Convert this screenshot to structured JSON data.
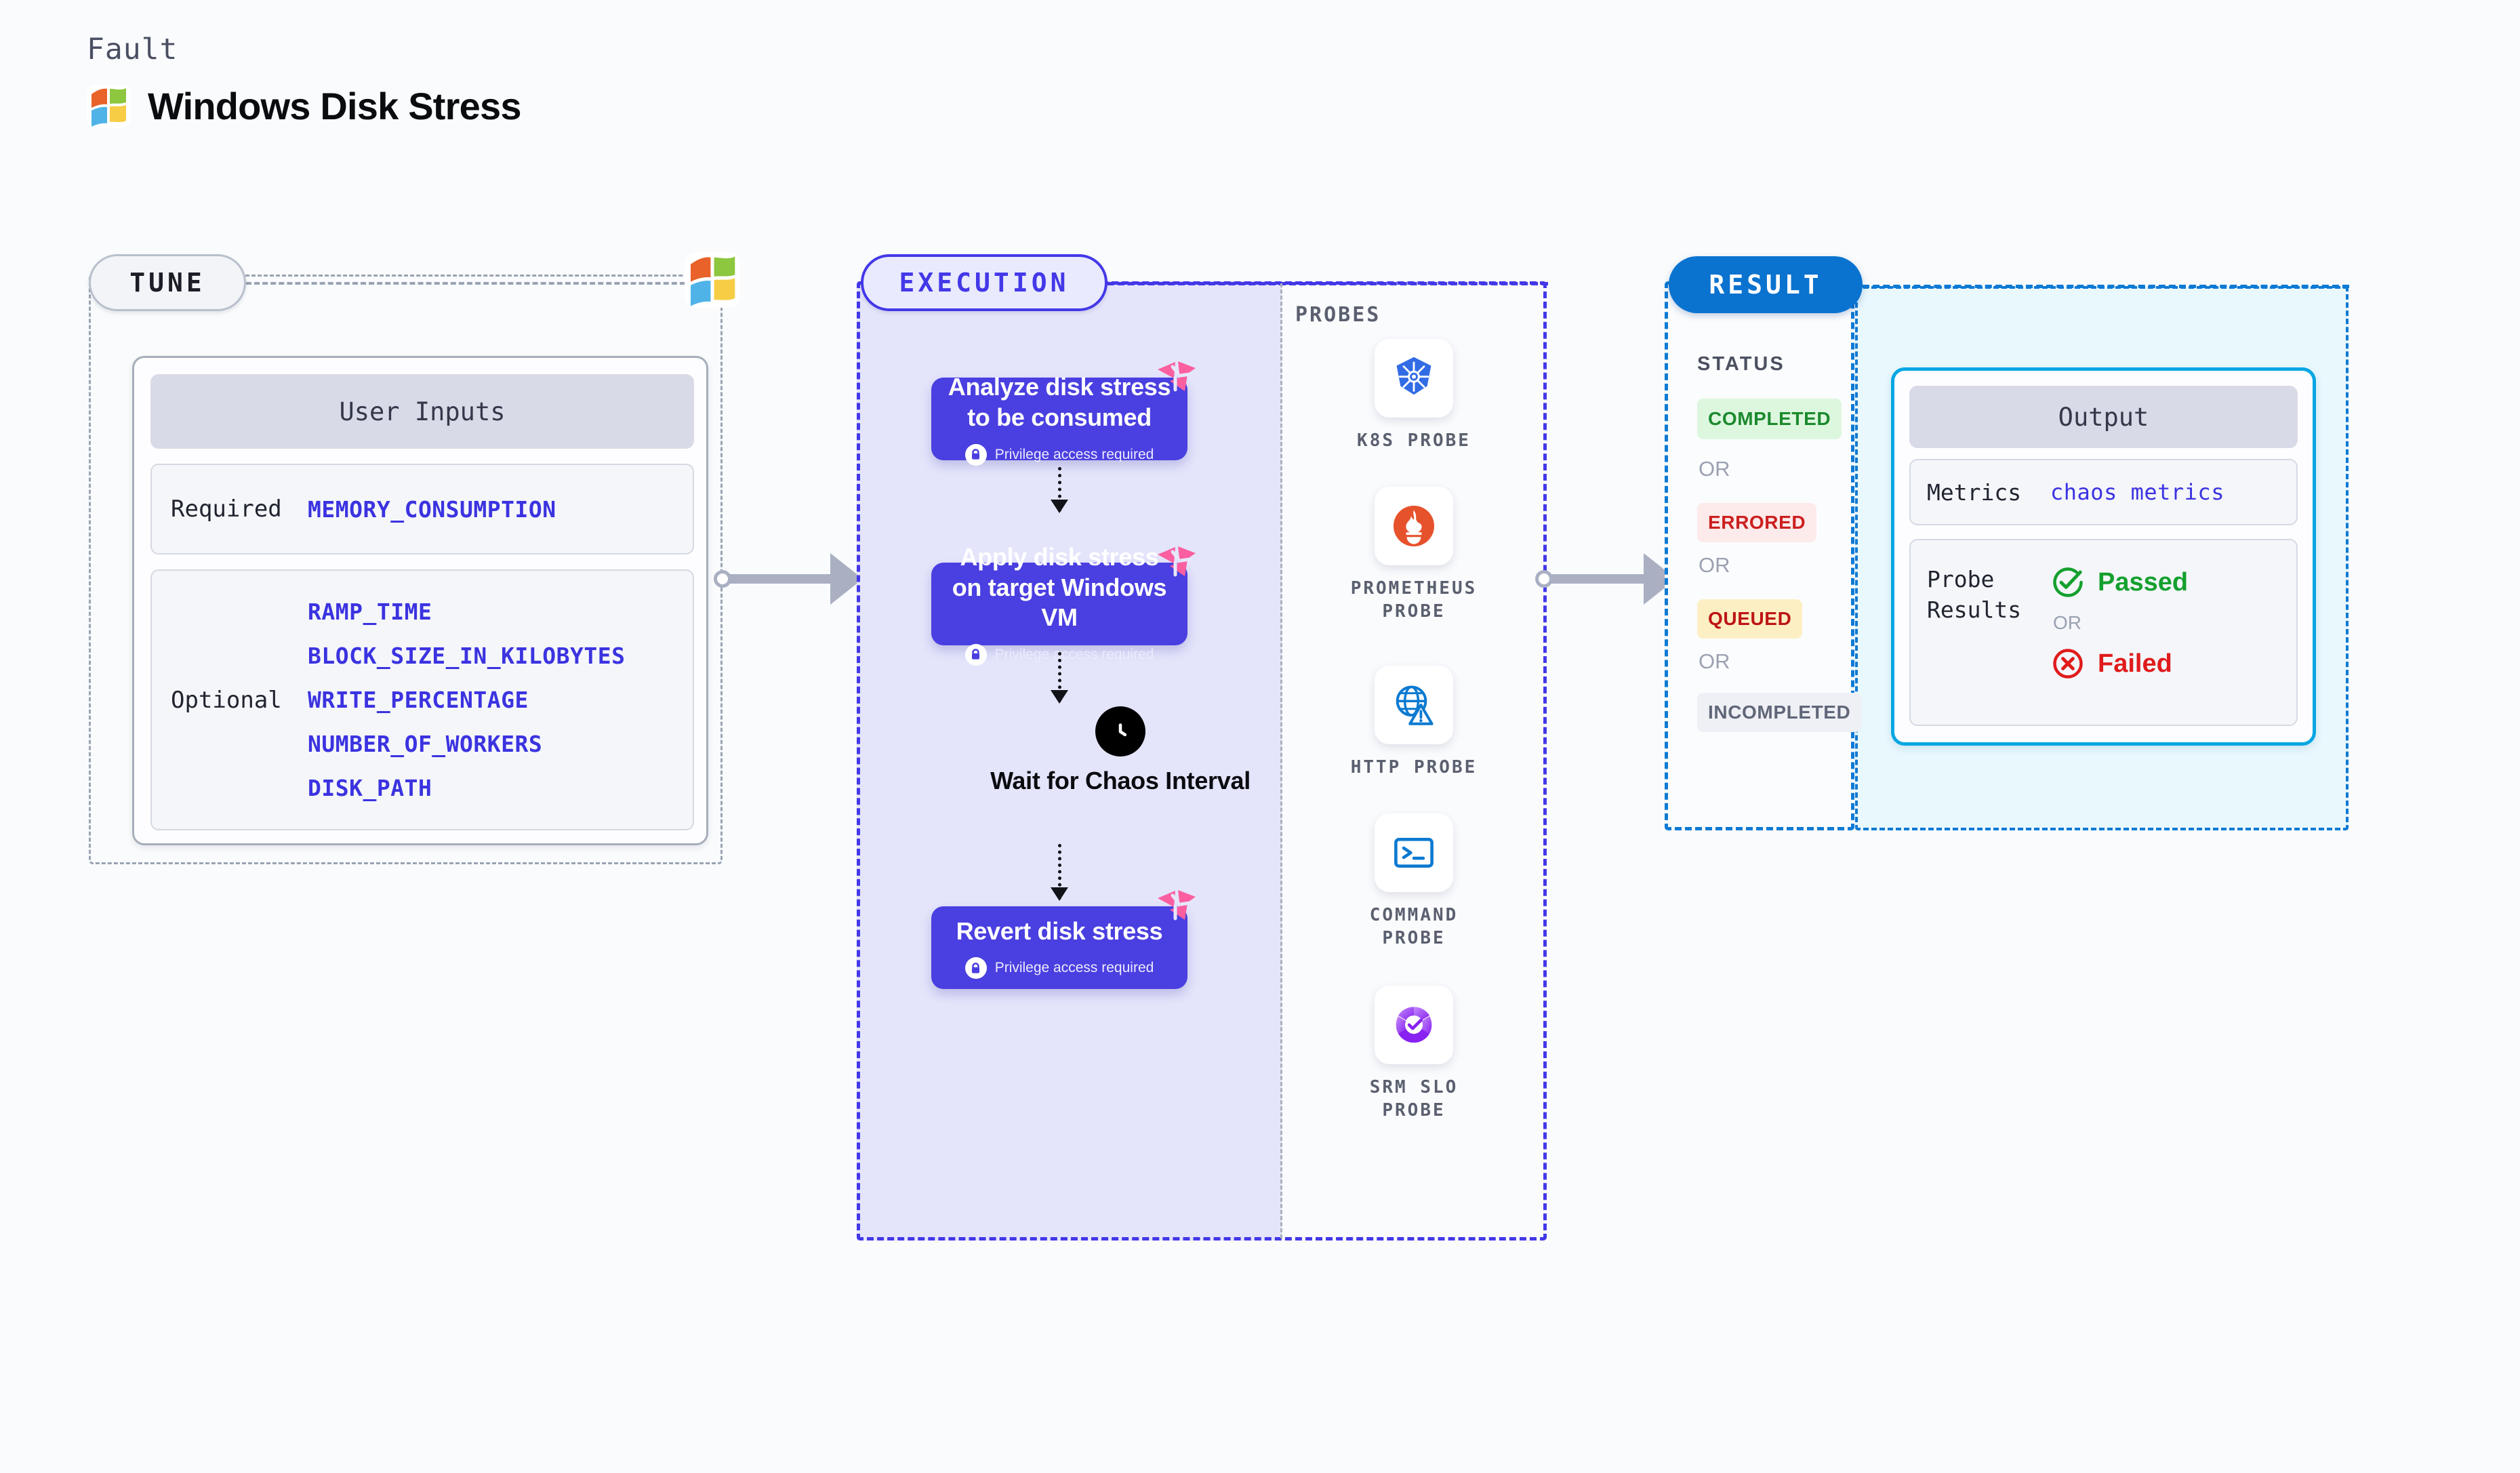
{
  "header": {
    "kicker": "Fault",
    "title": "Windows Disk Stress",
    "logo_icon": "windows-logo-icon"
  },
  "tune": {
    "badge": "TUNE",
    "logo_icon": "windows-logo-icon",
    "card": {
      "heading": "User Inputs",
      "rows": [
        {
          "label": "Required",
          "values": [
            "MEMORY_CONSUMPTION"
          ]
        },
        {
          "label": "Optional",
          "values": [
            "RAMP_TIME",
            "BLOCK_SIZE_IN_KILOBYTES",
            "WRITE_PERCENTAGE",
            "NUMBER_OF_WORKERS",
            "DISK_PATH"
          ]
        }
      ]
    }
  },
  "execution": {
    "badge": "EXECUTION",
    "privilege_note": "Privilege access required",
    "steps": [
      {
        "title": "Analyze disk stress to be consumed",
        "privileged": true,
        "icon": "litmus-chaos-icon"
      },
      {
        "title": "Apply disk stress on target Windows VM",
        "privileged": true,
        "icon": "litmus-chaos-icon"
      },
      {
        "title": "Revert disk stress",
        "privileged": true,
        "icon": "litmus-chaos-icon"
      }
    ],
    "wait": {
      "label": "Wait for Chaos Interval",
      "icon": "clock-icon"
    }
  },
  "probes": {
    "title": "PROBES",
    "items": [
      {
        "label": "K8S PROBE",
        "icon": "kubernetes-icon"
      },
      {
        "label": "PROMETHEUS PROBE",
        "icon": "prometheus-icon"
      },
      {
        "label": "HTTP PROBE",
        "icon": "http-globe-warning-icon"
      },
      {
        "label": "COMMAND PROBE",
        "icon": "terminal-icon"
      },
      {
        "label": "SRM SLO PROBE",
        "icon": "srm-slo-icon"
      }
    ]
  },
  "result": {
    "badge": "RESULT",
    "status_title": "STATUS",
    "or": "OR",
    "statuses": [
      {
        "label": "COMPLETED",
        "color": "#1c8a2e",
        "bg": "#ddf7df"
      },
      {
        "label": "ERRORED",
        "color": "#cc1f1f",
        "bg": "#fdeaea"
      },
      {
        "label": "QUEUED",
        "color": "#bd1515",
        "bg": "#fdefc4"
      },
      {
        "label": "INCOMPLETED",
        "color": "#606779",
        "bg": "#eff0f5"
      }
    ]
  },
  "output": {
    "heading": "Output",
    "rows": [
      {
        "label": "Metrics",
        "value": "chaos metrics"
      }
    ],
    "probe_results": {
      "label": "Probe Results",
      "or": "OR",
      "passed": {
        "label": "Passed",
        "color": "#14a02e",
        "icon": "check-circle-icon"
      },
      "failed": {
        "label": "Failed",
        "color": "#e01b1b",
        "icon": "x-circle-icon"
      }
    }
  },
  "colors": {
    "canvas": "#f9fbfd",
    "tune_border": "#9aa3b2",
    "exec_accent": "#4338e8",
    "exec_fill": "#e4e5fb",
    "exec_card": "#4a3fe0",
    "result_accent": "#0d7ad4",
    "result_badge": "#0a72cf",
    "output_fill": "#e9f8fd",
    "output_border": "#06a6e3",
    "param_text": "#3b33e0",
    "litmus_pink": "#fb5fa0"
  }
}
